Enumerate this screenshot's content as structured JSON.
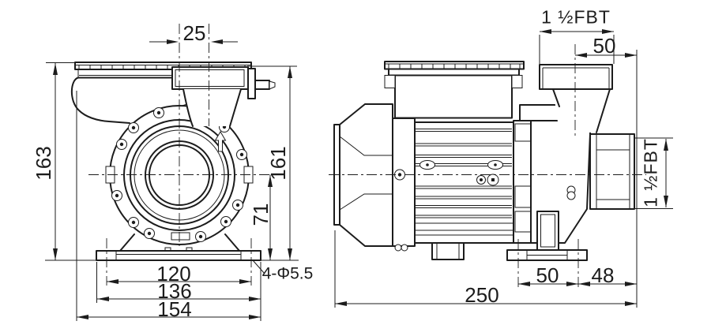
{
  "drawing": {
    "type": "pump technical dimension drawing, front and side orthographic views",
    "colors": {
      "line": "#1c1c1c",
      "background": "#ffffff"
    },
    "front_view": {
      "dim_port_offset": "25",
      "dim_overall_height": "163",
      "dim_port_height": "161",
      "dim_center_height": "71",
      "dim_bolt_span": "120",
      "dim_base_inner": "136",
      "dim_base_overall": "154",
      "note_mount_holes": "4-Φ5.5"
    },
    "side_view": {
      "dim_discharge_port": "1 ½FBT",
      "dim_discharge_offset": "50",
      "dim_suction_port": "1 ½FBT",
      "dim_foot_span": "50",
      "dim_foot_to_end": "48",
      "dim_overall_length": "250"
    }
  }
}
